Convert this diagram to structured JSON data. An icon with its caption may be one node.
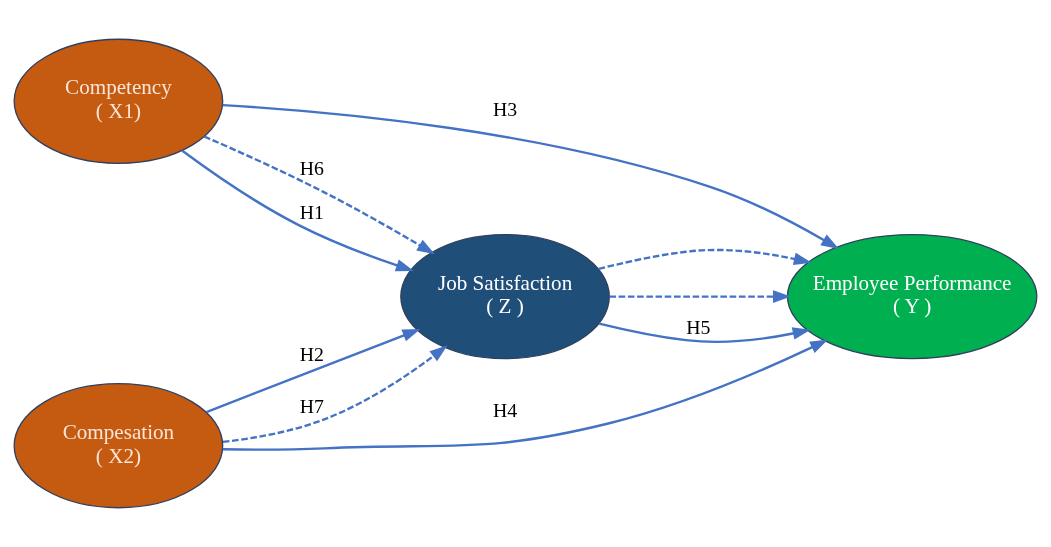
{
  "diagram": {
    "nodes": [
      {
        "text": [
          "Competency",
          "( X1)"
        ]
      },
      {
        "text": [
          "Compesation",
          "( X2)"
        ]
      },
      {
        "text": [
          "Job Satisfaction",
          "( Z )"
        ]
      },
      {
        "text": [
          "Employee Performance",
          "( Y )"
        ]
      }
    ],
    "edges": [
      {
        "from": 0,
        "to": 3,
        "arrow": "to",
        "label": "H3"
      },
      {
        "from": 0,
        "to": 2,
        "arrow": "to",
        "label": "H6",
        "style": "dashed"
      },
      {
        "from": 0,
        "to": 2,
        "arrow": "to",
        "label": "H1"
      },
      {
        "from": 1,
        "to": 2,
        "arrow": "to",
        "label": "H2"
      },
      {
        "from": 1,
        "to": 2,
        "arrow": "to",
        "label": "H7",
        "style": "dashed"
      },
      {
        "from": 1,
        "to": 3,
        "arrow": "to",
        "label": "H4"
      },
      {
        "from": 2,
        "to": 3,
        "arrow": "to",
        "style": "dashed"
      },
      {
        "from": 2,
        "to": 3,
        "arrow": "to",
        "label": "H5"
      },
      {
        "from": 2,
        "to": 3,
        "arrow": "to",
        "style": "dashed"
      }
    ]
  }
}
